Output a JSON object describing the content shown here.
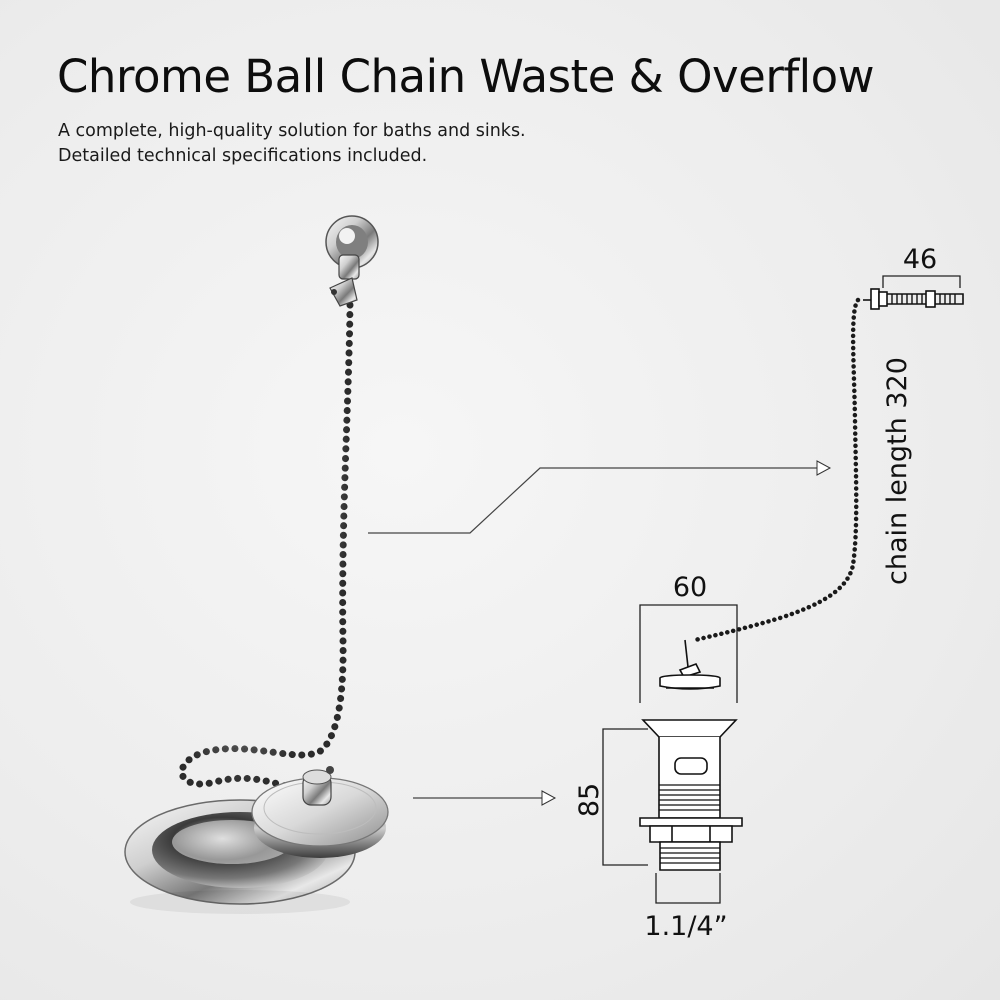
{
  "header": {
    "title": "Chrome Ball Chain Waste & Overflow",
    "subtitle_lines": [
      "A complete, high-quality solution for baths and sinks.",
      "Detailed technical specifications included."
    ]
  },
  "dimensions": {
    "overflow_width": "46",
    "chain_length": "chain length 320",
    "plug_width": "60",
    "waste_height": "85",
    "thread_size": "1.1/4”"
  },
  "colors": {
    "chrome_light": "#f4f4f4",
    "chrome_dark": "#2a2a2a",
    "line": "#222222"
  }
}
